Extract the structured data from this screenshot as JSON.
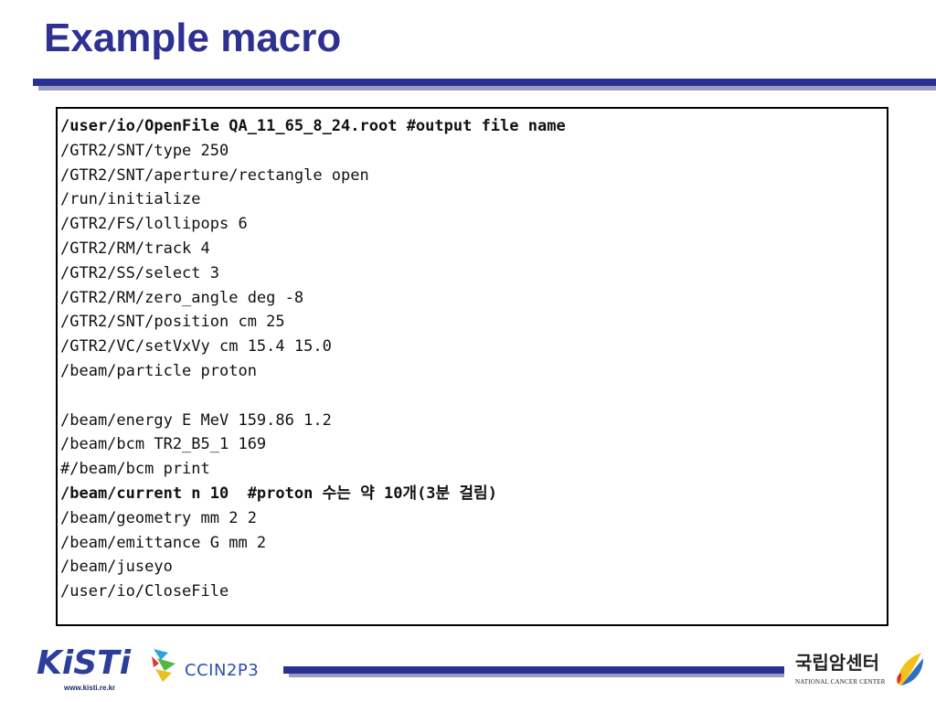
{
  "slide": {
    "title": "Example macro"
  },
  "code": {
    "lines": [
      {
        "text": "/user/io/OpenFile QA_11_65_8_24.root #output file name",
        "bold": true
      },
      {
        "text": "/GTR2/SNT/type 250",
        "bold": false
      },
      {
        "text": "/GTR2/SNT/aperture/rectangle open",
        "bold": false
      },
      {
        "text": "/run/initialize",
        "bold": false
      },
      {
        "text": "/GTR2/FS/lollipops 6",
        "bold": false
      },
      {
        "text": "/GTR2/RM/track 4",
        "bold": false
      },
      {
        "text": "/GTR2/SS/select 3",
        "bold": false
      },
      {
        "text": "/GTR2/RM/zero_angle deg -8",
        "bold": false
      },
      {
        "text": "/GTR2/SNT/position cm 25",
        "bold": false
      },
      {
        "text": "/GTR2/VC/setVxVy cm 15.4 15.0",
        "bold": false
      },
      {
        "text": "/beam/particle proton",
        "bold": false
      },
      {
        "text": "",
        "bold": false
      },
      {
        "text": "/beam/energy E MeV 159.86 1.2",
        "bold": false
      },
      {
        "text": "/beam/bcm TR2_B5_1 169",
        "bold": false
      },
      {
        "text": "#/beam/bcm print",
        "bold": false
      },
      {
        "text": "/beam/current n 10  #proton 수는 약 10개(3분 걸림)",
        "bold": true
      },
      {
        "text": "/beam/geometry mm 2 2",
        "bold": false
      },
      {
        "text": "/beam/emittance G mm 2",
        "bold": false
      },
      {
        "text": "/beam/juseyo",
        "bold": false
      },
      {
        "text": "/user/io/CloseFile",
        "bold": false
      }
    ]
  },
  "footer": {
    "kisti_logo_text": "KiSTi",
    "kisti_url": "www.kisti.re.kr",
    "ccin2p3_logo_text": "CCIN2P3",
    "ncc_name_ko": "국립암센터",
    "ncc_name_en": "NATIONAL CANCER CENTER"
  },
  "colors": {
    "title": "#2e3191",
    "rule": "#2a2f92",
    "rule_shadow": "#9a9dc0"
  }
}
